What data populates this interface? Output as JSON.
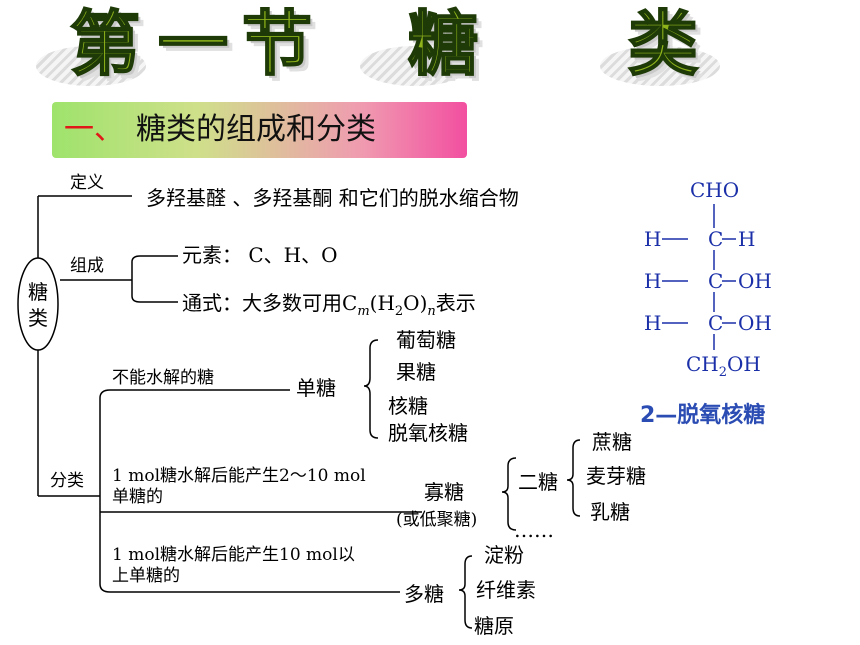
{
  "title": {
    "chars": [
      "第",
      "一",
      "节",
      "糖",
      "类"
    ]
  },
  "section": {
    "prefix": "一、",
    "text": "糖类的组成和分类"
  },
  "root": {
    "label_top": "糖",
    "label_bottom": "类"
  },
  "definition": {
    "label": "定义",
    "text": "多羟基醛 、多羟基酮 和它们的脱水缩合物"
  },
  "composition": {
    "label": "组成",
    "elements": "元素： C、H、O",
    "formula_prefix": "通式：大多数可用C",
    "formula_sub_m": "m",
    "formula_mid": "(H",
    "formula_sub_2": "2",
    "formula_mid2": "O)",
    "formula_sub_n": "n",
    "formula_suffix": "表示"
  },
  "classification": {
    "label": "分类",
    "mono": {
      "condition": "不能水解的糖",
      "name": "单糖",
      "examples": [
        "葡萄糖",
        "果糖",
        "核糖",
        "脱氧核糖"
      ]
    },
    "oligo": {
      "condition_line1": "1 mol糖水解后能产生2～10 mol",
      "condition_line2": "单糖的",
      "name_line1": "寡糖",
      "name_line2": "(或低聚糖)",
      "di_name": "二糖",
      "di_examples": [
        "蔗糖",
        "麦芽糖",
        "乳糖"
      ],
      "more": "……"
    },
    "poly": {
      "condition_line1": "1 mol糖水解后能产生10 mol以",
      "condition_line2": "上单糖的",
      "name": "多糖",
      "examples": [
        "淀粉",
        "纤维素",
        "糖原"
      ]
    }
  },
  "structure": {
    "top": "CHO",
    "rows": [
      {
        "left": "H",
        "center": "C",
        "right": "H"
      },
      {
        "left": "H",
        "center": "C",
        "right": "OH"
      },
      {
        "left": "H",
        "center": "C",
        "right": "OH"
      }
    ],
    "bottom_prefix": "CH",
    "bottom_sub": "2",
    "bottom_suffix": "OH",
    "caption": "2—脱氧核糖"
  }
}
